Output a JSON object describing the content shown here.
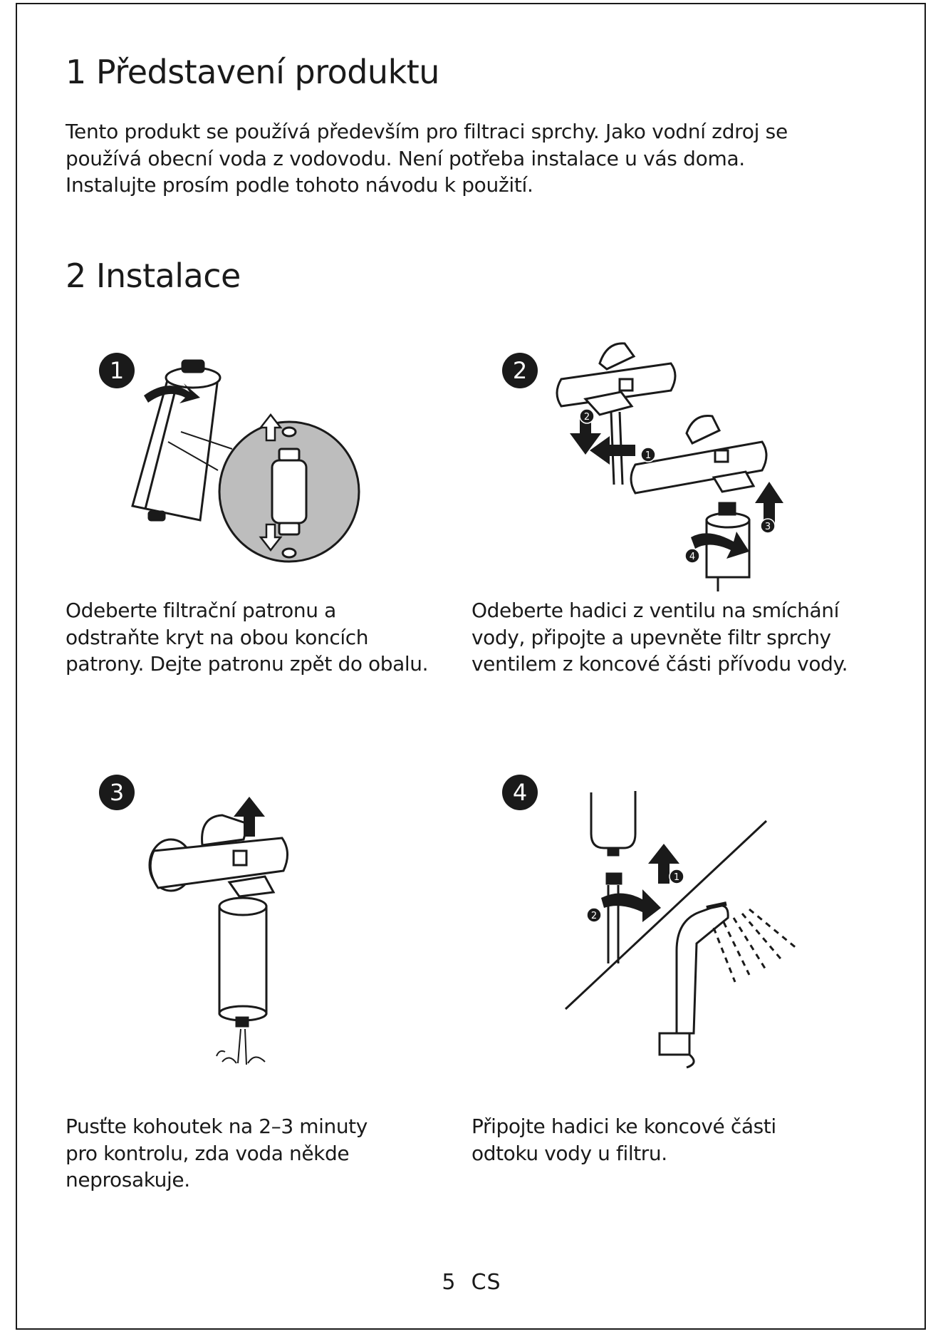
{
  "section1": {
    "title": "1 Představení produktu",
    "lines": [
      "Tento produkt se používá především pro filtraci sprchy. Jako vodní zdroj se",
      "používá obecní voda z vodovodu. Není potřeba instalace u vás doma.",
      "Instalujte prosím podle tohoto návodu k použití."
    ]
  },
  "section2": {
    "title": "2  Instalace",
    "steps": [
      {
        "number": "1",
        "caption": [
          "Odeberte filtrační patronu a",
          "odstraňte kryt na obou koncích",
          "patrony. Dejte patronu zpět do obalu."
        ]
      },
      {
        "number": "2",
        "sub_markers": [
          "1",
          "2",
          "3",
          "4"
        ],
        "caption": [
          "Odeberte hadici z ventilu na smíchání",
          "vody, připojte a upevněte filtr sprchy",
          "ventilem z koncové části přívodu vody."
        ]
      },
      {
        "number": "3",
        "caption": [
          "Pusťte kohoutek na 2–3 minuty",
          "pro kontrolu, zda voda někde",
          "neprosakuje."
        ]
      },
      {
        "number": "4",
        "sub_markers": [
          "1",
          "2"
        ],
        "caption": [
          "Připojte hadici ke koncové části",
          "odtoku vody u filtru."
        ]
      }
    ]
  },
  "footer": {
    "page_number": "5",
    "language": "CS"
  },
  "colors": {
    "text": "#1a1a1a",
    "badge": "#1a1a1a",
    "highlight_circle": "#bdbdbd"
  }
}
